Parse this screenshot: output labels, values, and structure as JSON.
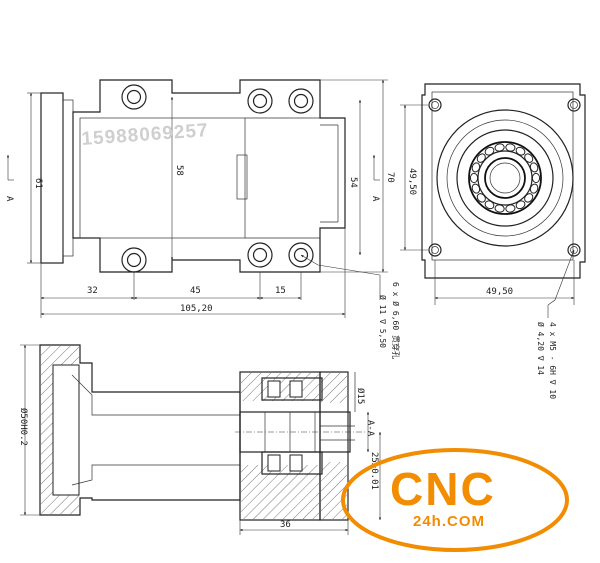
{
  "watermark": "15988069257",
  "section_label": "A-A",
  "view_marks": {
    "left": "A",
    "right": "A"
  },
  "top_view": {
    "dims": {
      "total_width": "105,20",
      "seg1": "32",
      "seg2": "45",
      "seg3": "15",
      "height_outer": "61",
      "height_58": "58",
      "height_54": "54",
      "height_70": "70"
    },
    "hole_note": [
      "6 x Ø 6,60 贯穿孔",
      "Ø 11 ∇ 5,50"
    ]
  },
  "side_view": {
    "dims": {
      "h": "49,50",
      "w": "49,50"
    },
    "hole_note": [
      "4 x M5 - 6H ∇ 10",
      "Ø 4,20 ∇ 14"
    ]
  },
  "section_view": {
    "dims": {
      "pilot_dia": "Ø50H0.2",
      "bore_dia": "Ø15",
      "depth": "36",
      "offset": "25±0.01"
    }
  },
  "logo": {
    "text": "CNC",
    "subtext": "24h.COM",
    "accent": "#f28c00"
  }
}
